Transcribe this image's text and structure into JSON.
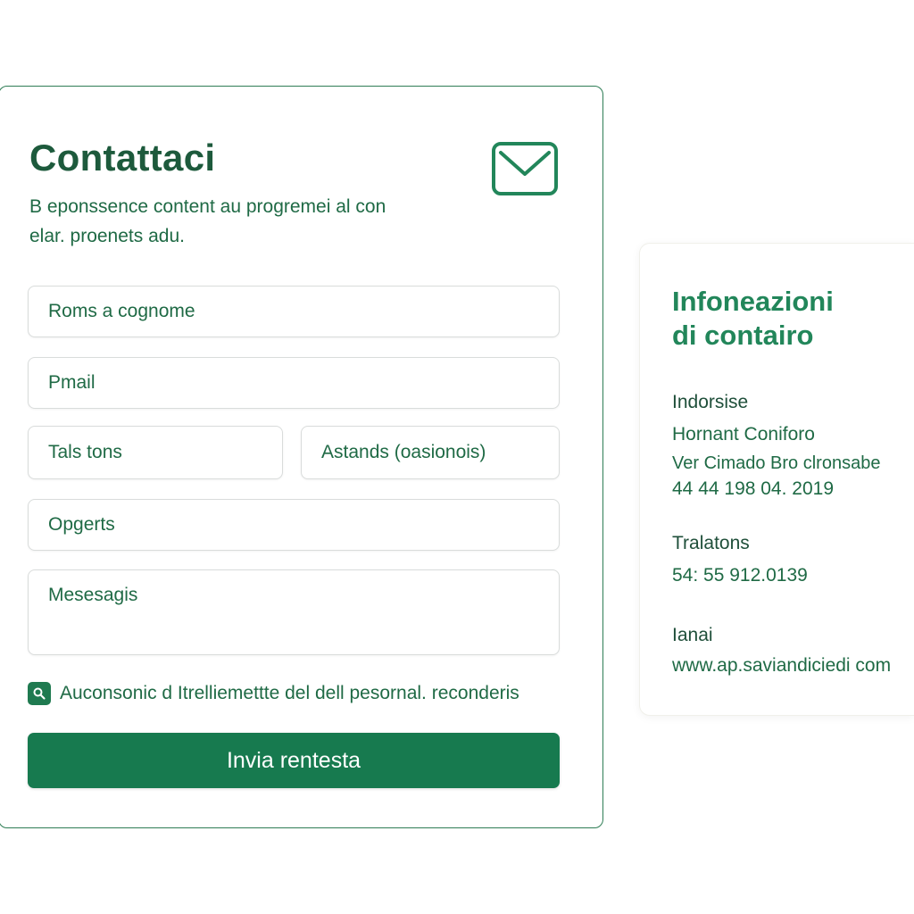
{
  "form": {
    "title": "Contattaci",
    "subtitle": "B eponssence content au progremei al con elar. proenets adu.",
    "fields": {
      "name_placeholder": "Roms a cognome",
      "email_placeholder": "Pmail",
      "phone_placeholder": "Tals tons",
      "company_placeholder": "Astands (oasionois)",
      "subject_placeholder": "Opgerts",
      "message_placeholder": "Mesesagis"
    },
    "consent_label": "Auconsonic d Itrelliemettte del dell pesornal. reconderis",
    "submit_label": "Invia rentesta",
    "icons": {
      "header": "mail-icon",
      "consent": "search-icon"
    }
  },
  "info": {
    "title_line1": "Infoneazioni",
    "title_line2": "di contairo",
    "address_heading": "Indorsise",
    "address_line1": "Hornant Coniforo",
    "address_line2": "Ver Cimado  Bro  clronsabe",
    "address_line3": "44  44  198 04. 2019",
    "phone_heading": "Tralatons",
    "phone_value": "54: 55  912.0139",
    "email_heading": "Ianai",
    "email_value": "www.ap.saviandiciedi com"
  },
  "colors": {
    "brand_green": "#177a4f",
    "title_green": "#1d5a3c",
    "text_green": "#1f6a45",
    "accent_green": "#22865a",
    "card_border": "#2e7d55",
    "input_border": "#d9dcdb"
  }
}
